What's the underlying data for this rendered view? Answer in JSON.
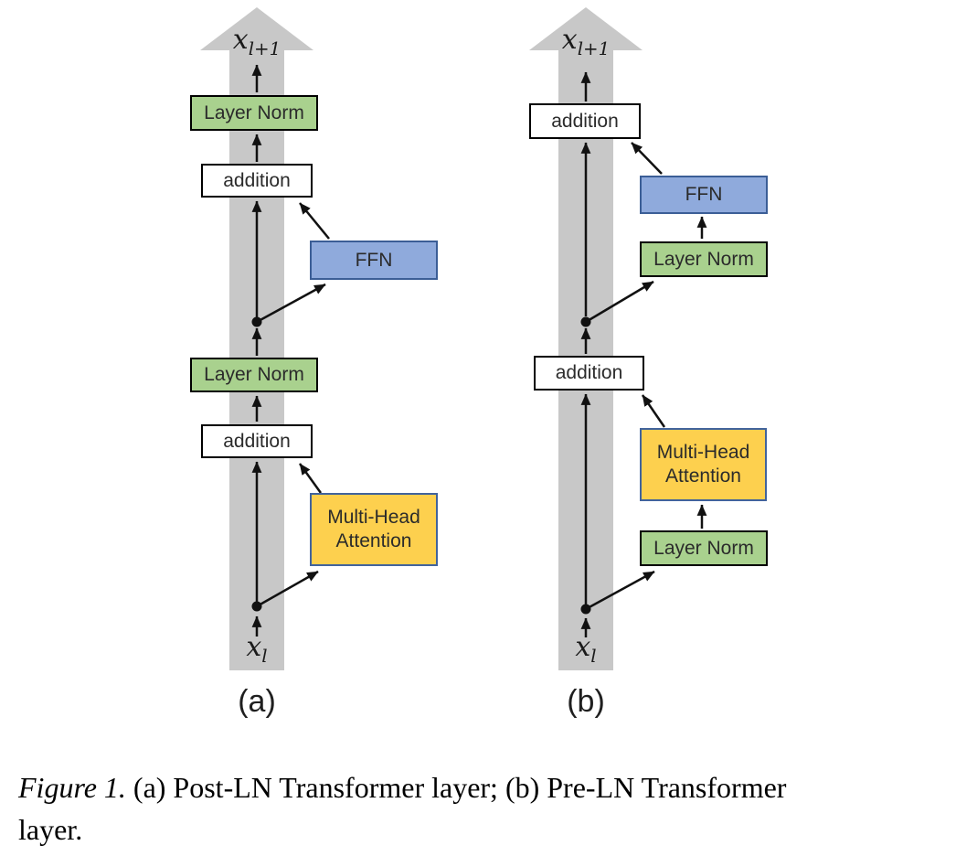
{
  "colors": {
    "band_gray": "#c8c8c8",
    "green_fill": "#a9d18e",
    "blue_fill": "#8faadc",
    "blue_border": "#3b5e96",
    "yellow_fill": "#fdd04e",
    "yellow_border": "#41639c",
    "arrow_black": "#111111",
    "box_text": "#2b2b2b"
  },
  "diagrams": {
    "a": {
      "panel_label": "(a)",
      "output_var": "x",
      "output_subscript": "l+1",
      "input_var": "x",
      "input_subscript": "l",
      "boxes": {
        "layer_norm_top": "Layer Norm",
        "addition_top": "addition",
        "ffn": "FFN",
        "layer_norm_mid": "Layer Norm",
        "addition_bottom": "addition",
        "attention": "Multi-Head Attention"
      }
    },
    "b": {
      "panel_label": "(b)",
      "output_var": "x",
      "output_subscript": "l+1",
      "input_var": "x",
      "input_subscript": "l",
      "boxes": {
        "addition_top": "addition",
        "ffn": "FFN",
        "layer_norm_upper": "Layer Norm",
        "addition_bottom": "addition",
        "attention": "Multi-Head Attention",
        "layer_norm_lower": "Layer Norm"
      }
    }
  },
  "caption": {
    "label": "Figure 1.",
    "line1": "(a) Post-LN Transformer layer; (b) Pre-LN Transformer",
    "line2": "layer."
  }
}
